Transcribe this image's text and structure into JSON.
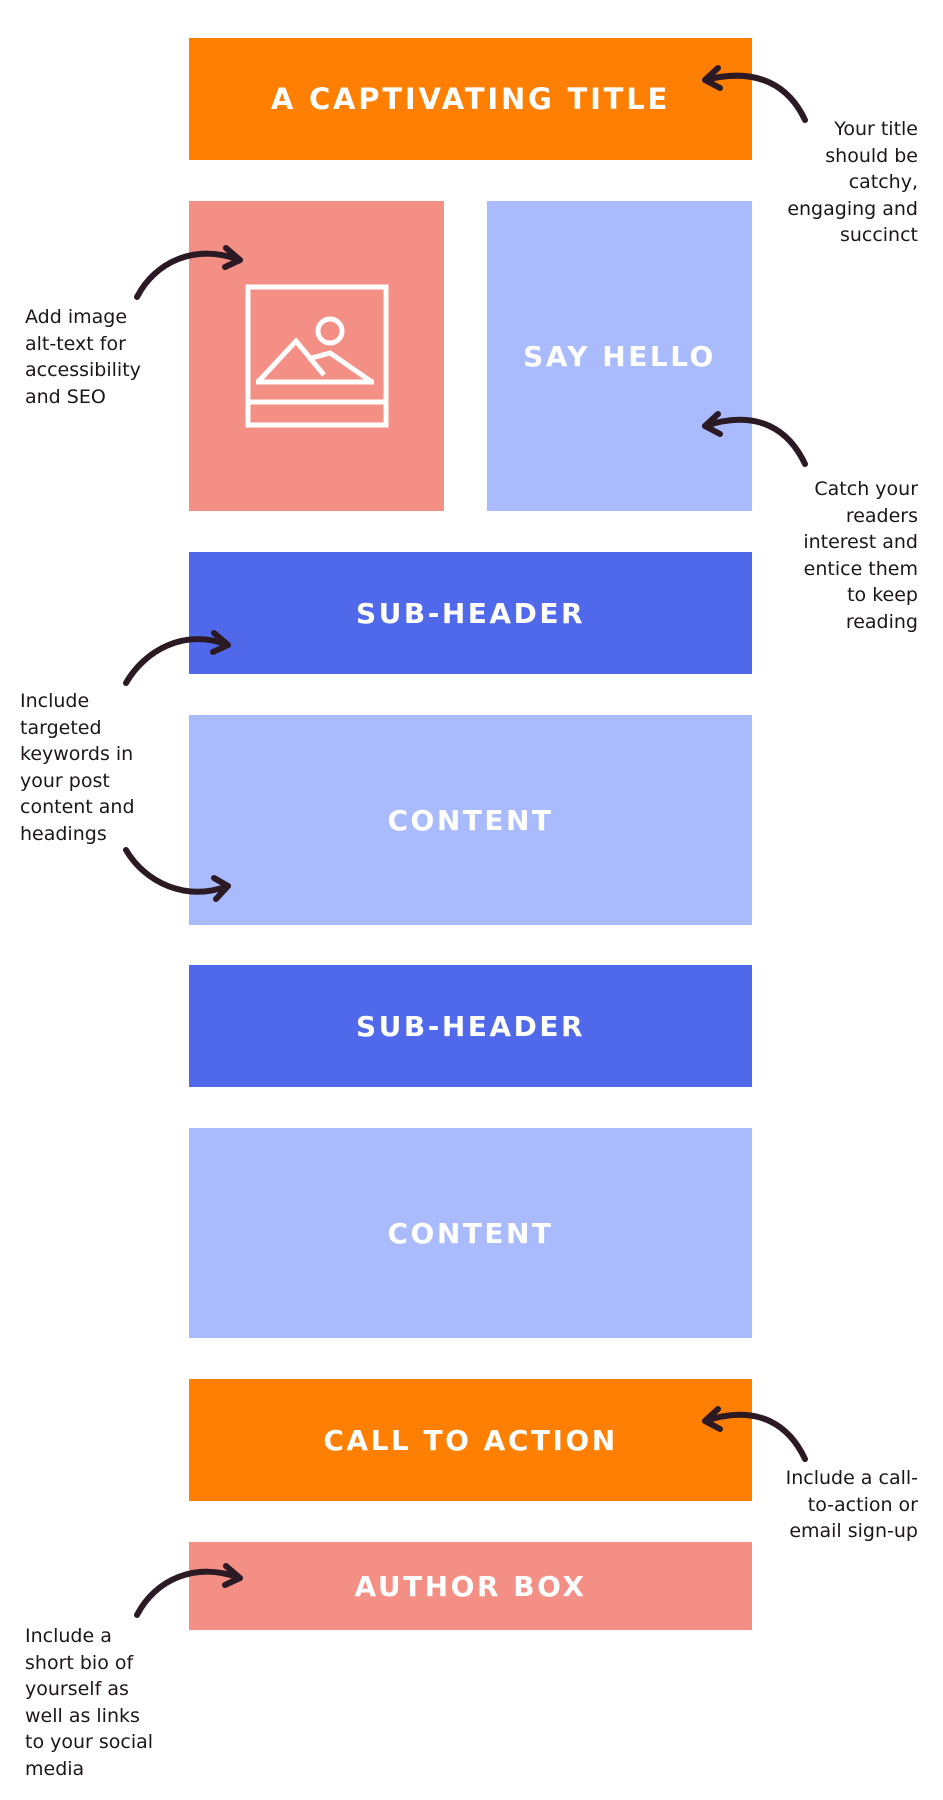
{
  "colors": {
    "orange": "#fe7f01",
    "salmon": "#f48f86",
    "light_blue": "#aabbfd",
    "royal_blue": "#5068ea",
    "text": "#ffffff",
    "note_text": "#1e1518",
    "arrow": "#2b1a24"
  },
  "blocks": {
    "title": "A CAPTIVATING TITLE",
    "image_icon": "image-icon",
    "say_hello": "SAY HELLO",
    "subheader_1": "SUB-HEADER",
    "content_1": "CONTENT",
    "subheader_2": "SUB-HEADER",
    "content_2": "CONTENT",
    "cta": "CALL TO ACTION",
    "author": "AUTHOR BOX"
  },
  "annotations": {
    "title": "Your title\nshould be\ncatchy,\nengaging and\nsuccinct",
    "image": "Add image\nalt-text for\naccessibility\nand SEO",
    "hello": "Catch your\nreaders\ninterest and\nentice them\nto keep\nreading",
    "keywords": "Include\ntargeted\nkeywords in\nyour post\ncontent and\nheadings",
    "cta": "Include a call-\nto-action or\nemail sign-up",
    "author": "Include a\nshort bio of\nyourself as\nwell as links\nto your social\nmedia"
  }
}
